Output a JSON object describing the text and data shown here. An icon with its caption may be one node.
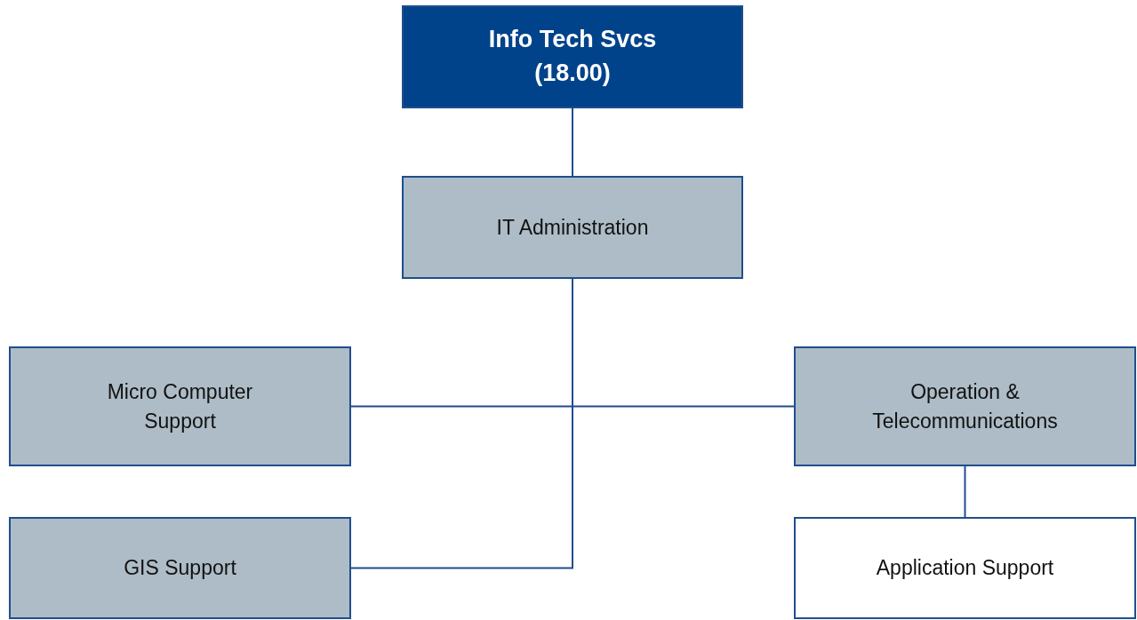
{
  "diagram": {
    "nodes": [
      {
        "text": [
          "Info Tech Svcs (18.00)"
        ]
      },
      {
        "text": [
          "IT Administration"
        ]
      },
      {
        "text": [
          "Micro Computer Support"
        ]
      },
      {
        "text": [
          "Operation & Telecommunications"
        ]
      },
      {
        "text": [
          "GIS Support"
        ]
      },
      {
        "text": [
          "Application Support"
        ]
      }
    ],
    "edges": [
      {
        "from": 0,
        "to": 1,
        "arrow": "none"
      },
      {
        "from": 1,
        "to": 2,
        "arrow": "none"
      },
      {
        "from": 1,
        "to": 3,
        "arrow": "none"
      },
      {
        "from": 1,
        "to": 4,
        "arrow": "none"
      },
      {
        "from": 3,
        "to": 5,
        "arrow": "none"
      }
    ]
  }
}
